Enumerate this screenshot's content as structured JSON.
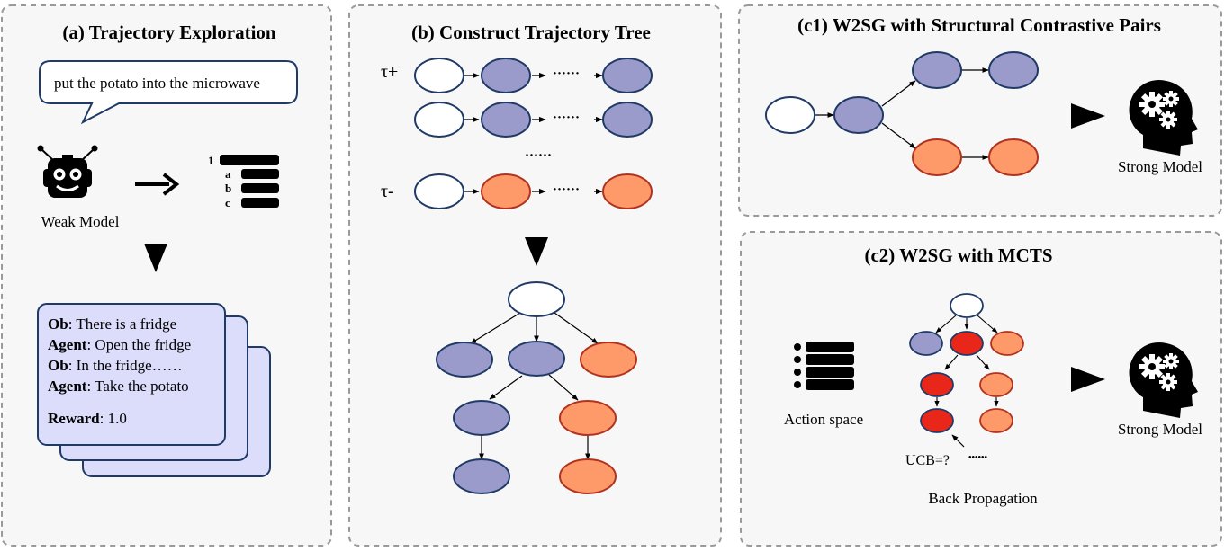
{
  "panels": {
    "a": {
      "title": "(a) Trajectory Exploration",
      "instruction": "put the potato into the microwave",
      "weak_model_label": "Weak Model",
      "list_markers": [
        "1",
        "a",
        "b",
        "c"
      ],
      "card": [
        {
          "key": "Ob",
          "text": ": There is a fridge"
        },
        {
          "key": "Agent",
          "text": ": Open the fridge"
        },
        {
          "key": "Ob",
          "text": ": In the fridge……"
        },
        {
          "key": "Agent",
          "text": ": Take the potato"
        },
        {
          "key": "Reward",
          "text": ": 1.0"
        }
      ]
    },
    "b": {
      "title": "(b) Construct Trajectory Tree",
      "tau_plus": "τ+",
      "tau_minus": "τ-",
      "ellipsis": "······"
    },
    "c1": {
      "title": "(c1) W2SG with Structural Contrastive Pairs",
      "strong_model_label": "Strong Model"
    },
    "c2": {
      "title": "(c2) W2SG with MCTS",
      "action_space_label": "Action space",
      "ucb_label": "UCB=?",
      "ellipsis": "••••••",
      "back_propagation_label": "Back Propagation",
      "strong_model_label": "Strong Model"
    }
  },
  "colors": {
    "white_node": "#ffffff",
    "purple_node": "#9a9acb",
    "orange_node": "#fe9a6a",
    "red_node": "#e8271a",
    "node_stroke": "#1f3a66",
    "orange_stroke": "#b2321e",
    "card_fill": "#dcdcfb",
    "card_stroke": "#1f3a66",
    "panel_bg": "#f7f7f7",
    "panel_border": "#9a9a9a"
  }
}
